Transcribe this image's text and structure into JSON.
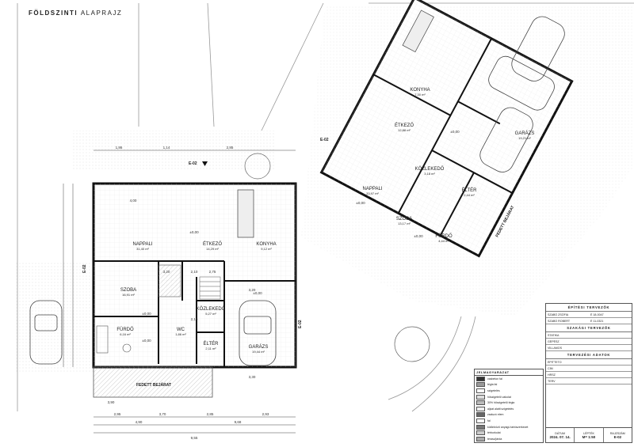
{
  "title": {
    "main": "FÖLDSZINTI",
    "sub": "ALAPRAJZ"
  },
  "section_markers": [
    "E-02",
    "E-02",
    "E-02",
    "E-02"
  ],
  "levels": [
    "±0,00",
    "±0,00",
    "±0,00",
    "±0,00",
    "±0,00",
    "±0,00",
    "±0,00"
  ],
  "house_left": {
    "rooms": [
      {
        "id": "A-01",
        "name": "NAPPALI",
        "area": "31,40 m²"
      },
      {
        "id": "A-02",
        "name": "ÉTKEZŐ",
        "area": "14,29 m²"
      },
      {
        "id": "A-03",
        "name": "KONYHA",
        "area": "9,12 m²"
      },
      {
        "id": "A-04",
        "name": "SZOBA",
        "area": "16,91 m²"
      },
      {
        "id": "A-05",
        "name": "FÜRDŐ",
        "area": "6,16 m²"
      },
      {
        "id": "A-06",
        "name": "KÖZLEKEDŐ",
        "area": "5,27 m²"
      },
      {
        "id": "A-07",
        "name": "ÉLTÉR",
        "area": "2,11 m²"
      },
      {
        "id": "A-08",
        "name": "GARÁZS",
        "area": "19,44 m²"
      },
      {
        "id": "A-09",
        "name": "WC",
        "area": "1,86 m²"
      }
    ],
    "entrance": "FEDETT BEJÁRAT"
  },
  "house_right": {
    "rooms": [
      {
        "id": "B-01",
        "name": "NAPPALI",
        "area": "33,97 m²"
      },
      {
        "id": "B-02",
        "name": "ÉTKEZŐ",
        "area": "12,88 m²"
      },
      {
        "id": "B-03",
        "name": "KONYHA",
        "area": "7,30 m²"
      },
      {
        "id": "B-04",
        "name": "KÖZLEKEDŐ",
        "area": "3,18 m²"
      },
      {
        "id": "B-05",
        "name": "SZOBA",
        "area": "13,17 m²"
      },
      {
        "id": "B-06",
        "name": "FÜRDŐ",
        "area": "4,44 m²"
      },
      {
        "id": "B-07",
        "name": "ÉLTÉR",
        "area": "2,44 m²"
      },
      {
        "id": "B-08",
        "name": "GARÁZS",
        "area": "19,21 m²"
      }
    ],
    "entrance": "FEDETT BEJÁRAT"
  },
  "dimensions": {
    "bottom_1": [
      "2,95",
      "3,70",
      "2,85",
      "2,93"
    ],
    "bottom_2": [
      "4,90",
      "9,68"
    ],
    "bottom_total": "9,55",
    "top": [
      "1,86",
      "1,14",
      "2,85"
    ],
    "inner": [
      "3,20",
      "2,10",
      "2,10",
      "3,20",
      "3,30",
      "3,90",
      "4,00",
      "2,75"
    ]
  },
  "legend": {
    "title": "JELMAGYARÁZAT",
    "items": [
      "vasbeton fal",
      "tégla fal",
      "szigetelés",
      "hőszigetelő vakolat",
      "30% hőszigetelő tégla",
      "aljzat alatti szigetelés",
      "zsaluzó elem",
      "fal",
      "különböző anyagú tartószerkezet",
      "térburkolat",
      "terasz/járda"
    ]
  },
  "info_block": {
    "sections": [
      "ÉPÍTÉSI TERVEZŐK",
      "SZAKÁGI TERVEZŐK",
      "TERVEZÉSI ADATOK"
    ],
    "rows_1": [
      "SZABÓ ZSÓFIA",
      "É 18-0047",
      "SZABÓ ROBERT",
      "É 11-0321"
    ],
    "rows_2": [
      "STATIKA",
      "GÉPÉSZ",
      "VILLAMOS"
    ],
    "rows_3": [
      "ÉPÍTTETŐ",
      "CÍM",
      "HRSZ",
      "TERV"
    ],
    "footer": [
      {
        "label": "DÁTUM",
        "value": "2024. 07. 14."
      },
      {
        "label": "LÉPTÉK",
        "value": "M= 1:50"
      },
      {
        "label": "RAJZSZÁM",
        "value": "E-02"
      }
    ]
  }
}
